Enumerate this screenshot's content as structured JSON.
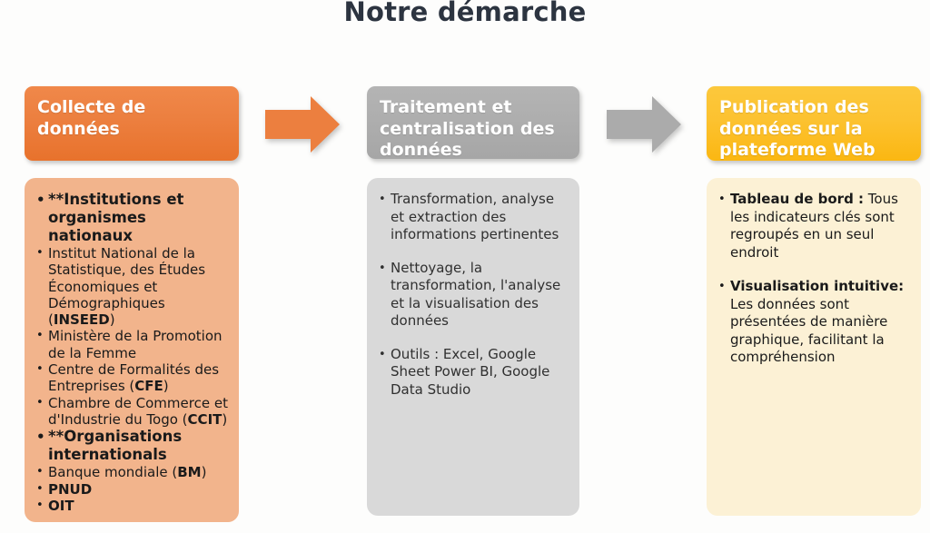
{
  "slide": {
    "title": "Notre démarche",
    "background": "#fdfdfc",
    "title_color": "#2c3440"
  },
  "columns": [
    {
      "key": "collecte",
      "header": {
        "label": "Collecte de données",
        "color": "#ec7f3f",
        "text_color": "#ffffff"
      },
      "body": {
        "background": "#f2b48c",
        "items": [
          {
            "lead": true,
            "text": "**Institutions et organismes nationaux"
          },
          {
            "lead": false,
            "parts": [
              {
                "text": "Institut National de la Statistique, des Études Économiques et Démographiques (",
                "bold": false
              },
              {
                "text": "INSEED",
                "bold": true
              },
              {
                "text": ")",
                "bold": false
              }
            ]
          },
          {
            "lead": false,
            "parts": [
              {
                "text": "Ministère de la Promotion de la Femme",
                "bold": false
              }
            ]
          },
          {
            "lead": false,
            "parts": [
              {
                "text": "Centre de Formalités des Entreprises (",
                "bold": false
              },
              {
                "text": "CFE",
                "bold": true
              },
              {
                "text": ")",
                "bold": false
              }
            ]
          },
          {
            "lead": false,
            "parts": [
              {
                "text": "Chambre de Commerce et d'Industrie du Togo (",
                "bold": false
              },
              {
                "text": "CCIT",
                "bold": true
              },
              {
                "text": ")",
                "bold": false
              }
            ]
          },
          {
            "lead": true,
            "text": "**Organisations internationals"
          },
          {
            "lead": false,
            "parts": [
              {
                "text": "Banque mondiale (",
                "bold": false
              },
              {
                "text": "BM",
                "bold": true
              },
              {
                "text": ")",
                "bold": false
              }
            ]
          },
          {
            "lead": false,
            "parts": [
              {
                "text": "PNUD",
                "bold": true
              }
            ]
          },
          {
            "lead": false,
            "parts": [
              {
                "text": "OIT",
                "bold": true
              }
            ]
          }
        ]
      }
    },
    {
      "key": "traitement",
      "header": {
        "label": "Traitement et centralisation des données",
        "color": "#aeaeae",
        "text_color": "#ffffff"
      },
      "body": {
        "background": "#d9d9d9",
        "items": [
          {
            "parts": [
              {
                "text": "Transformation, analyse et extraction des informations pertinentes",
                "bold": false
              }
            ]
          },
          {
            "parts": [
              {
                "text": "Nettoyage, la transformation, l'analyse et la visualisation des données",
                "bold": false
              }
            ]
          },
          {
            "parts": [
              {
                "text": "Outils : Excel, Google Sheet Power BI, Google Data Studio",
                "bold": false
              }
            ]
          }
        ]
      }
    },
    {
      "key": "publication",
      "header": {
        "label": "Publication des données sur la plateforme Web",
        "color": "#fbc230",
        "text_color": "#ffffff"
      },
      "body": {
        "background": "#fcf1d5",
        "items": [
          {
            "parts": [
              {
                "text": "Tableau de bord :",
                "bold": true
              },
              {
                "text": " Tous les indicateurs clés sont regroupés en un seul endroit",
                "bold": false
              }
            ]
          },
          {
            "parts": [
              {
                "text": "Visualisation intuitive:",
                "bold": true
              },
              {
                "text": " Les données sont présentées de manière graphique, facilitant la compréhension",
                "bold": false
              }
            ]
          }
        ]
      }
    }
  ],
  "arrows": [
    {
      "name": "arrow-collecte-to-traitement",
      "direction": "right",
      "color": "#ec7f3f"
    },
    {
      "name": "arrow-traitement-to-publication",
      "direction": "right",
      "color": "#ababab"
    }
  ]
}
